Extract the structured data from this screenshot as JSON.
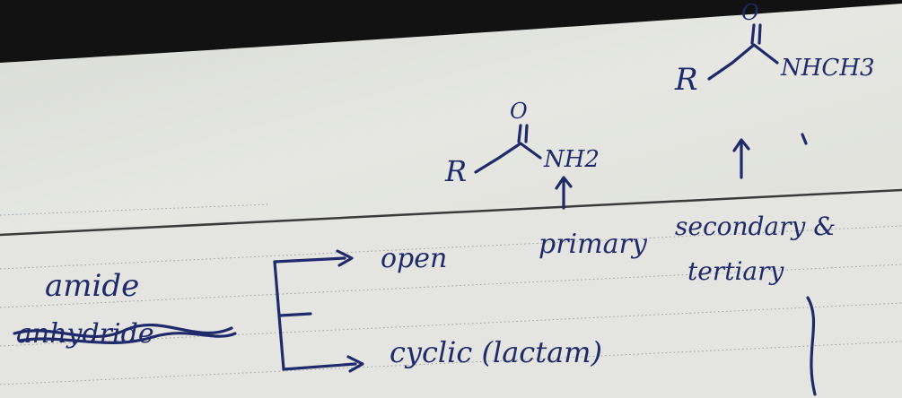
{
  "structures": {
    "primary": {
      "formula_r": "R",
      "formula_o": "O",
      "formula_group": "NH2"
    },
    "secondary": {
      "formula_r": "R",
      "formula_o": "O",
      "formula_group": "NHCH3"
    }
  },
  "notes": {
    "subject": "amide",
    "crossed_word": "anhydride",
    "branch_open": "open",
    "branch_cyclic": "cyclic (lactam)",
    "primary_label": "primary",
    "secondary_label": "secondary &",
    "tertiary_label": "tertiary"
  }
}
